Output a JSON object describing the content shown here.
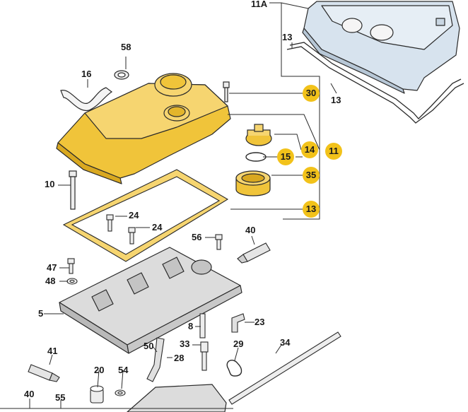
{
  "callouts": {
    "c11a": "11A",
    "c13_top": "13",
    "c13_right": "13",
    "c58": "58",
    "c16": "16",
    "c30": "30",
    "c14": "14",
    "c15": "15",
    "c11": "11",
    "c35": "35",
    "c10": "10",
    "c13_mid": "13",
    "c24_a": "24",
    "c24_b": "24",
    "c56": "56",
    "c40_top": "40",
    "c47": "47",
    "c48": "48",
    "c5": "5",
    "c8": "8",
    "c23": "23",
    "c33": "33",
    "c29": "29",
    "c34": "34",
    "c50": "50",
    "c28": "28",
    "c41": "41",
    "c20": "20",
    "c54": "54",
    "c40_bottom": "40",
    "c55": "55"
  },
  "colors": {
    "highlight_badge": "#f2c21a",
    "cover_yellow": "#f0c43a",
    "cover_blue": "#d7e3ee",
    "outline": "#2a2a2a"
  }
}
